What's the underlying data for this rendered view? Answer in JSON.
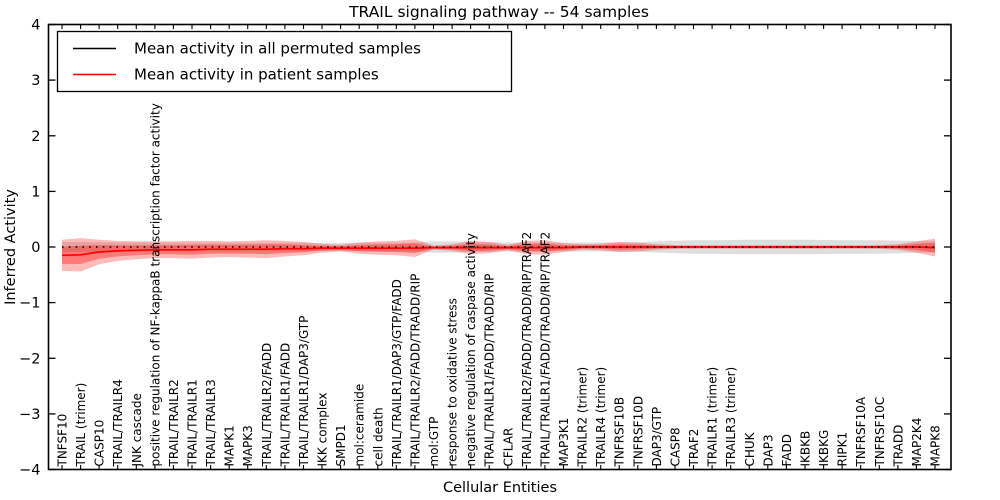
{
  "title": "TRAIL signaling pathway -- 54 samples",
  "legend": {
    "items": [
      {
        "label": "Mean activity in all permuted samples",
        "color": "#000000"
      },
      {
        "label": "Mean activity in patient samples",
        "color": "#ff0000"
      }
    ]
  },
  "chart_data": {
    "type": "line",
    "title": "TRAIL signaling pathway -- 54 samples",
    "xlabel": "Cellular Entities",
    "ylabel": "Inferred Activity",
    "ylim": [
      -4,
      4
    ],
    "yticks": [
      4,
      3,
      2,
      1,
      0,
      -1,
      -2,
      -3,
      -4
    ],
    "grid": false,
    "legend_position": "upper left",
    "categories": [
      "TNFSF10",
      "TRAIL (trimer)",
      "CASP10",
      "TRAIL/TRAILR4",
      "JNK cascade",
      "positive regulation of NF-kappaB transcription factor activity",
      "TRAIL/TRAILR2",
      "TRAIL/TRAILR1",
      "TRAIL/TRAILR3",
      "MAPK1",
      "MAPK3",
      "TRAIL/TRAILR2/FADD",
      "TRAIL/TRAILR1/FADD",
      "TRAIL/TRAILR1/DAP3/GTP",
      "IKK complex",
      "SMPD1",
      "mol:ceramide",
      "cell death",
      "TRAIL/TRAILR1/DAP3/GTP/FADD",
      "TRAIL/TRAILR2/FADD/TRADD/RIP",
      "mol:GTP",
      "response to oxidative stress",
      "negative regulation of caspase activity",
      "TRAIL/TRAILR1/FADD/TRADD/RIP",
      "CFLAR",
      "TRAIL/TRAILR2/FADD/TRADD/RIP/TRAF2",
      "TRAIL/TRAILR1/FADD/TRADD/RIP/TRAF2",
      "MAP3K1",
      "TRAILR2 (trimer)",
      "TRAILR4 (trimer)",
      "TNFRSF10B",
      "TNFRSF10D",
      "DAP3/GTP",
      "CASP8",
      "TRAF2",
      "TRAILR1 (trimer)",
      "TRAILR3 (trimer)",
      "CHUK",
      "DAP3",
      "FADD",
      "IKBKB",
      "IKBKG",
      "RIPK1",
      "TNFRSF10A",
      "TNFRSF10C",
      "TRADD",
      "MAP2K4",
      "MAPK8"
    ],
    "series": [
      {
        "name": "Mean activity in all permuted samples",
        "color": "#000000",
        "style": "dotted",
        "values": [
          0,
          0,
          0,
          0,
          0,
          0,
          0,
          0,
          0,
          0,
          0,
          0,
          0,
          0,
          0,
          0,
          0,
          0,
          0,
          0,
          0,
          0,
          0,
          0,
          0,
          0,
          0,
          0,
          0,
          0,
          0,
          0,
          0,
          0,
          0,
          0,
          0,
          0,
          0,
          0,
          0,
          0,
          0,
          0,
          0,
          0,
          0,
          0
        ]
      },
      {
        "name": "Mean activity in patient samples",
        "color": "#ff0000",
        "style": "solid",
        "values": [
          -0.15,
          -0.14,
          -0.09,
          -0.07,
          -0.06,
          -0.05,
          -0.05,
          -0.05,
          -0.04,
          -0.04,
          -0.04,
          -0.04,
          -0.03,
          -0.03,
          -0.02,
          -0.02,
          -0.02,
          -0.02,
          -0.02,
          -0.02,
          -0.01,
          -0.01,
          -0.01,
          -0.01,
          -0.01,
          -0.01,
          -0.01,
          -0.01,
          0,
          0,
          0,
          0,
          0,
          0,
          0,
          0,
          0,
          0,
          0,
          0,
          0,
          0,
          0,
          0,
          0,
          0,
          0,
          -0.01
        ]
      }
    ],
    "bands": [
      {
        "name": "permuted std band",
        "series": 0,
        "color": "#888888",
        "opacity": 0.28,
        "half_widths": [
          0.09,
          0.09,
          0.085,
          0.08,
          0.08,
          0.075,
          0.075,
          0.075,
          0.075,
          0.075,
          0.075,
          0.075,
          0.075,
          0.075,
          0.07,
          0.07,
          0.075,
          0.075,
          0.075,
          0.08,
          0.1,
          0.1,
          0.09,
          0.09,
          0.08,
          0.08,
          0.08,
          0.08,
          0.08,
          0.08,
          0.085,
          0.085,
          0.1,
          0.11,
          0.12,
          0.12,
          0.125,
          0.13,
          0.13,
          0.13,
          0.13,
          0.125,
          0.12,
          0.12,
          0.12,
          0.115,
          0.105,
          0.1
        ]
      },
      {
        "name": "patient std band",
        "series": 1,
        "color": "#ff0000",
        "opacity": 0.27,
        "inner_core_factor": 0.55,
        "half_widths": [
          0.28,
          0.3,
          0.22,
          0.18,
          0.16,
          0.15,
          0.15,
          0.16,
          0.15,
          0.14,
          0.15,
          0.16,
          0.14,
          0.12,
          0.08,
          0.06,
          0.1,
          0.12,
          0.13,
          0.16,
          0.035,
          0.06,
          0.12,
          0.1,
          0.05,
          0.12,
          0.13,
          0.08,
          0.05,
          0.06,
          0.09,
          0.08,
          0.05,
          0.035,
          0.03,
          0.03,
          0.03,
          0.03,
          0.03,
          0.03,
          0.03,
          0.03,
          0.03,
          0.03,
          0.035,
          0.05,
          0.1,
          0.16
        ]
      }
    ]
  }
}
